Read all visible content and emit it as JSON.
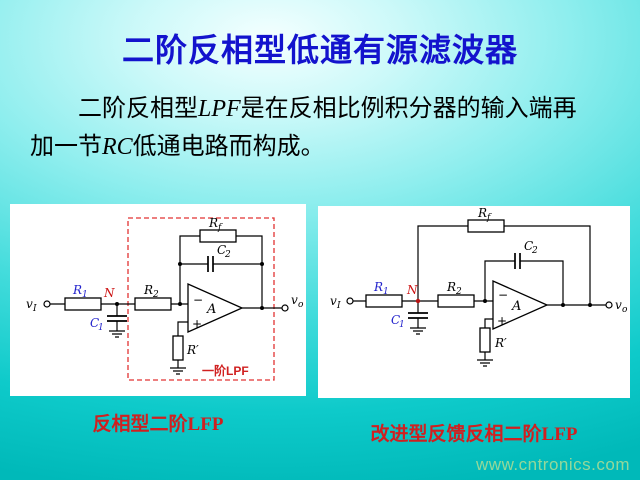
{
  "slide": {
    "title": "二阶反相型低通有源滤波器",
    "body": {
      "seg1": "二阶反相型",
      "lpf": "LPF",
      "seg2": "是在反相比例积分器的输入端再",
      "seg3": "加一节",
      "rc": "RC",
      "seg4": "低通电路而构成。"
    },
    "watermark": "www.cntronics.com"
  },
  "colors": {
    "title_blue": "#1313cd",
    "caption_red": "#d02020",
    "label_blue": "#2222cc",
    "label_red": "#cc1111",
    "watermark_green": "#94d89a",
    "background_cyan": "#00c8c8"
  },
  "left_circuit": {
    "caption": "反相型二阶LFP",
    "stage_label": "一阶LPF"
  },
  "right_circuit": {
    "caption": "改进型反馈反相二阶LFP"
  },
  "circuit_labels": {
    "v_in": "v",
    "v_in_sub": "I",
    "r1": "R",
    "r1_sub": "1",
    "node": "N",
    "c1": "C",
    "c1_sub": "1",
    "r2": "R",
    "r2_sub": "2",
    "minus": "−",
    "plus": "+",
    "amp": "A",
    "r_prime": "R′",
    "rf": "R",
    "rf_sub": "f",
    "c2": "C",
    "c2_sub": "2",
    "v_out": "v",
    "v_out_sub": "o"
  }
}
